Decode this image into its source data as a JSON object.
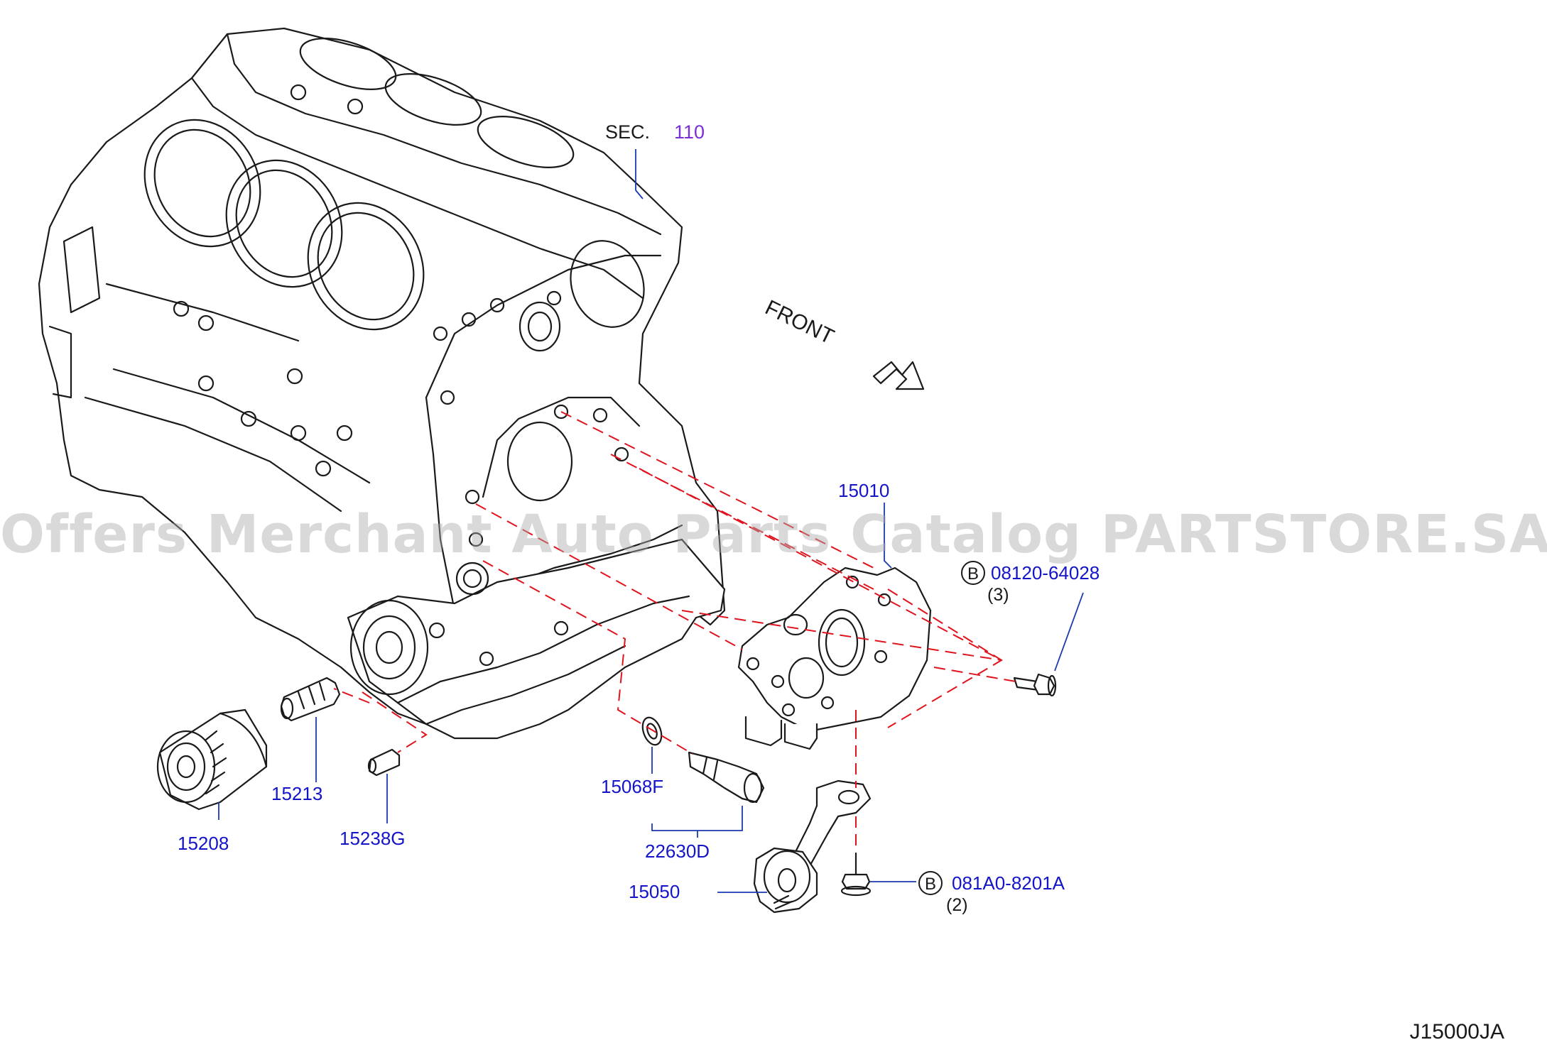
{
  "colors": {
    "part_number": "#1414c8",
    "section_number": "#7b2fd6",
    "outline": "#1a1a1a",
    "dashed_guide": "#e0141e",
    "watermark": "#aaaaaa"
  },
  "watermark": "Offers Merchant Auto Parts Catalog PARTSTORE.SA",
  "section_ref": {
    "prefix": "SEC.",
    "number": "110"
  },
  "direction_label": "FRONT",
  "parts": {
    "oil_pump": "15010",
    "pump_bolt": {
      "badge": "B",
      "number": "08120-64028",
      "qty": "(3)"
    },
    "oil_filter": "15208",
    "filter_stud": "15213",
    "relief_valve": "15238G",
    "seal_washer": "15068F",
    "pressure_switch": "22630D",
    "oil_strainer": "15050",
    "strainer_bolt": {
      "badge": "B",
      "number": "081A0-8201A",
      "qty": "(2)"
    }
  },
  "diagram_code": "J15000JA"
}
